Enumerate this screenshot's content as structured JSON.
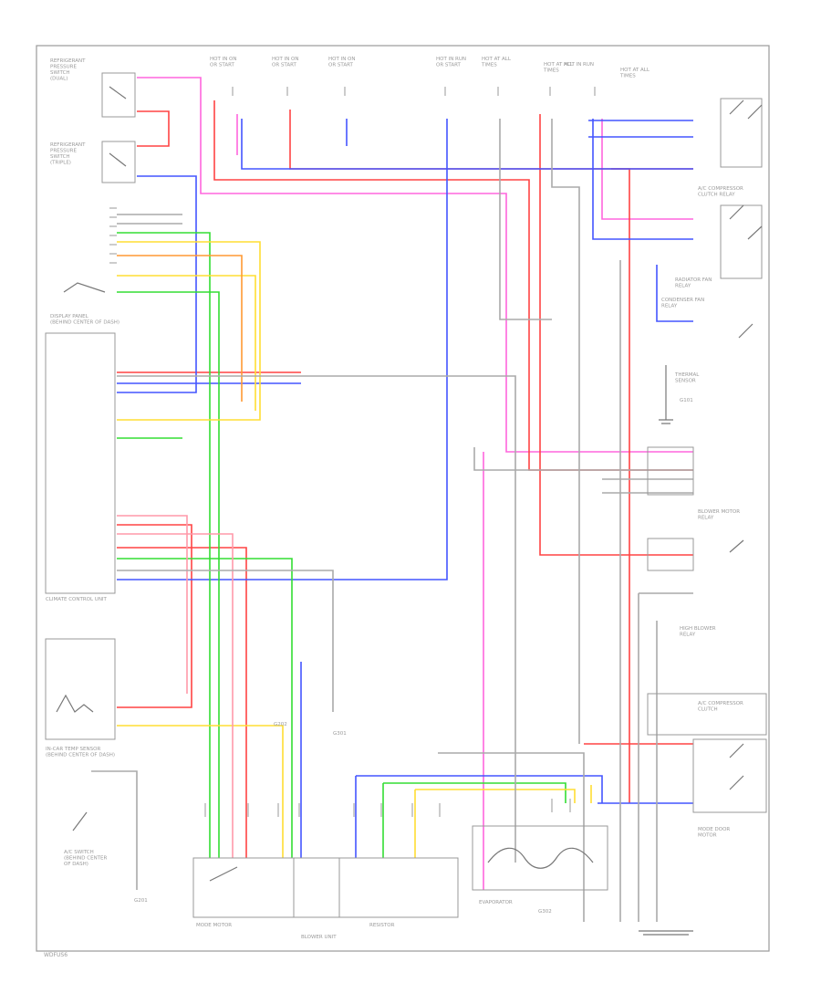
{
  "diagram": {
    "page_code": "WDFUS6",
    "labels": {
      "left_switch_1": [
        "REFRIGERANT",
        "PRESSURE",
        "SWITCH",
        "(DUAL)"
      ],
      "left_switch_2": [
        "REFRIGERANT",
        "PRESSURE",
        "SWITCH",
        "(TRIPLE)"
      ],
      "control_unit": "CLIMATE CONTROL UNIT",
      "control_unit_top": [
        "DISPLAY PANEL",
        "(BEHIND CENTER OF DASH)"
      ],
      "sensor_unit": [
        "IN-CAR TEMP SENSOR",
        "(BEHIND CENTER OF DASH)"
      ],
      "ground_switch": [
        "A/C SWITCH",
        "(BEHIND CENTER",
        "OF DASH)"
      ],
      "fuse_1": [
        "HOT IN ON",
        "OR START"
      ],
      "fuse_2": [
        "HOT IN ON",
        "OR START"
      ],
      "fuse_3": [
        "HOT IN ON",
        "OR START"
      ],
      "fuse_4": [
        "HOT IN RUN",
        "OR START"
      ],
      "fuse_5": [
        "HOT AT ALL",
        "TIMES"
      ],
      "fuse_6": [
        "HOT AT ALL",
        "TIMES"
      ],
      "fuse_7": [
        "HOT IN RUN"
      ],
      "fuse_8": [
        "HOT AT ALL",
        "TIMES"
      ],
      "right_relay_1": [
        "A/C COMPRESSOR",
        "CLUTCH RELAY"
      ],
      "right_relay_2": [
        "RADIATOR FAN",
        "RELAY"
      ],
      "right_relay_3": [
        "CONDENSER FAN",
        "RELAY"
      ],
      "right_sensor": [
        "THERMAL",
        "SENSOR"
      ],
      "right_ground": [
        "G101"
      ],
      "right_motor_1": [
        "BLOWER MOTOR",
        "RELAY"
      ],
      "right_motor_2": [
        "HIGH BLOWER",
        "RELAY"
      ],
      "right_motor_3": [
        "A/C COMPRESSOR",
        "CLUTCH"
      ],
      "right_bottom": [
        "MODE DOOR",
        "MOTOR"
      ],
      "blower_unit": "BLOWER UNIT",
      "resistor": "RESISTOR",
      "evaporator": "EVAPORATOR",
      "mode_motor": "MODE MOTOR",
      "ground_1": [
        "G201"
      ],
      "ground_2": [
        "G202"
      ],
      "ground_3": [
        "G301"
      ],
      "ground_4": [
        "G302"
      ]
    }
  }
}
